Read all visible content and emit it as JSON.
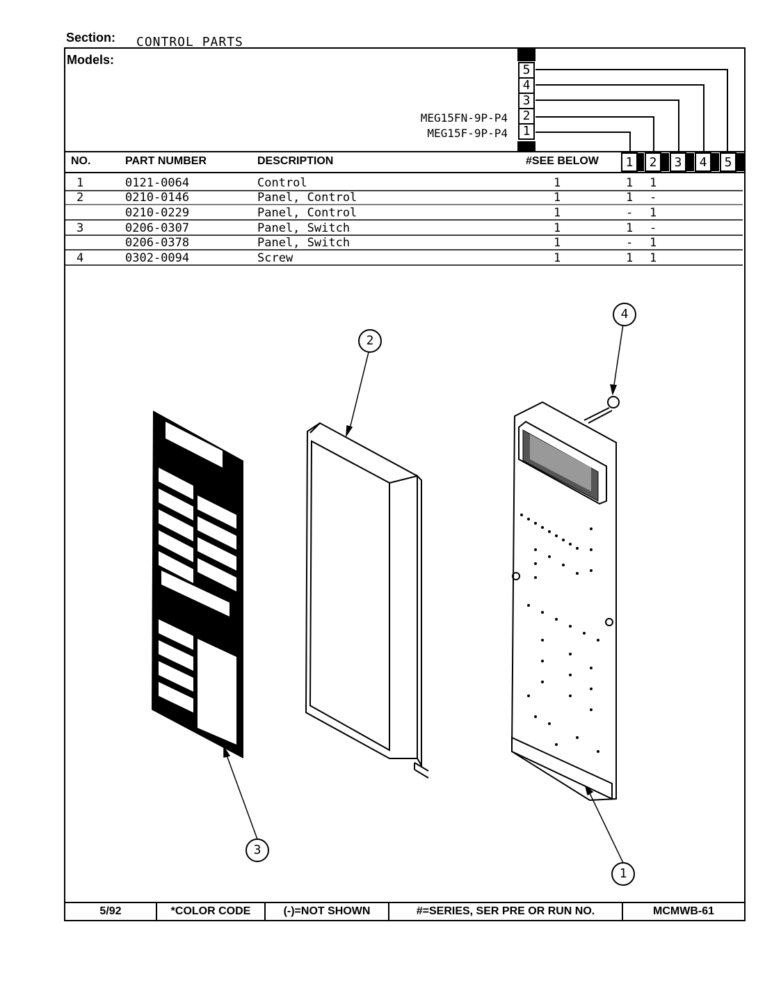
{
  "section": {
    "label": "Section:",
    "name": "CONTROL PARTS"
  },
  "models": {
    "label": "Models:",
    "list": [
      {
        "number": "1",
        "name": "MEG15F-9P-P4"
      },
      {
        "number": "2",
        "name": "MEG15FN-9P-P4"
      },
      {
        "number": "3",
        "name": ""
      },
      {
        "number": "4",
        "name": ""
      },
      {
        "number": "5",
        "name": ""
      }
    ]
  },
  "table": {
    "headers": {
      "no": "NO.",
      "part_number": "PART NUMBER",
      "description": "DESCRIPTION",
      "see_below": "#SEE BELOW"
    },
    "model_columns": [
      "1",
      "2",
      "3",
      "4",
      "5"
    ],
    "rows": [
      {
        "no": "1",
        "part": "0121-0064",
        "desc": "Control",
        "see_below": "1",
        "m1": "1",
        "m2": "1"
      },
      {
        "no": "2",
        "part": "0210-0146",
        "desc": "Panel, Control",
        "see_below": "1",
        "m1": "1",
        "m2": "-"
      },
      {
        "no": "",
        "part": "0210-0229",
        "desc": "Panel, Control",
        "see_below": "1",
        "m1": "-",
        "m2": "1"
      },
      {
        "no": "3",
        "part": "0206-0307",
        "desc": "Panel, Switch",
        "see_below": "1",
        "m1": "1",
        "m2": "-"
      },
      {
        "no": "",
        "part": "0206-0378",
        "desc": "Panel, Switch",
        "see_below": "1",
        "m1": "-",
        "m2": "1"
      },
      {
        "no": "4",
        "part": "0302-0094",
        "desc": "Screw",
        "see_below": "1",
        "m1": "1",
        "m2": "1"
      }
    ]
  },
  "callouts": [
    "1",
    "2",
    "3",
    "4"
  ],
  "footer": {
    "date": "5/92",
    "color_code": "*COLOR CODE",
    "not_shown": "(-)=NOT SHOWN",
    "series": "#=SERIES, SER PRE OR RUN NO.",
    "page_code": "MCMWB-61"
  }
}
